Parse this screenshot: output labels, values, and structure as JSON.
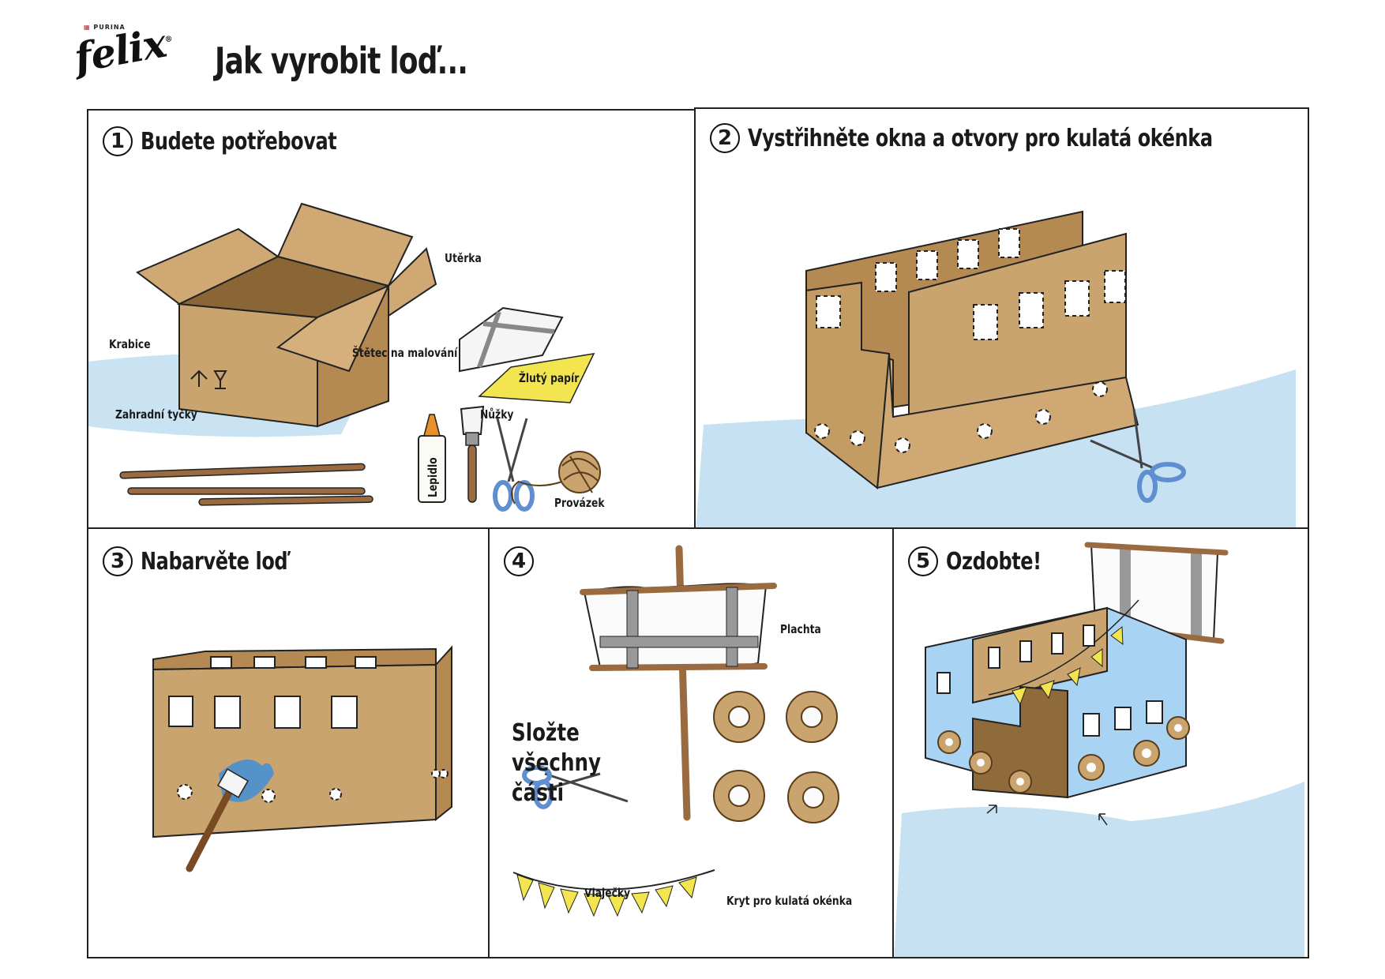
{
  "brand": {
    "name": "felix",
    "maker": "PURINA"
  },
  "title": "Jak vyrobit loď...",
  "colors": {
    "cardboard": "#c9a46e",
    "water": "#bcdcf0",
    "paper": "#f3e550",
    "scissors": "#5f8fd0",
    "boat_blue": "#a9d3f2"
  },
  "steps": [
    {
      "number": "1",
      "heading": "Budete potřebovat",
      "labels": {
        "box": "Krabice",
        "towel": "Utěrka",
        "brush": "Štětec na malování",
        "paper": "Žlutý papír",
        "sticks": "Zahradní tyčky",
        "glue": "Lepidlo",
        "scissors": "Nůžky",
        "string": "Provázek"
      }
    },
    {
      "number": "2",
      "heading": "Vystřihněte okna a otvory pro kulatá okénka"
    },
    {
      "number": "3",
      "heading": "Nabarvěte loď"
    },
    {
      "number": "4",
      "heading": "",
      "labels": {
        "sail": "Plachta",
        "assemble": "Složte všechny části",
        "bunting": "Vlaječky",
        "lids": "Kryt pro kulatá okénka"
      }
    },
    {
      "number": "5",
      "heading": "Ozdobte!"
    }
  ]
}
